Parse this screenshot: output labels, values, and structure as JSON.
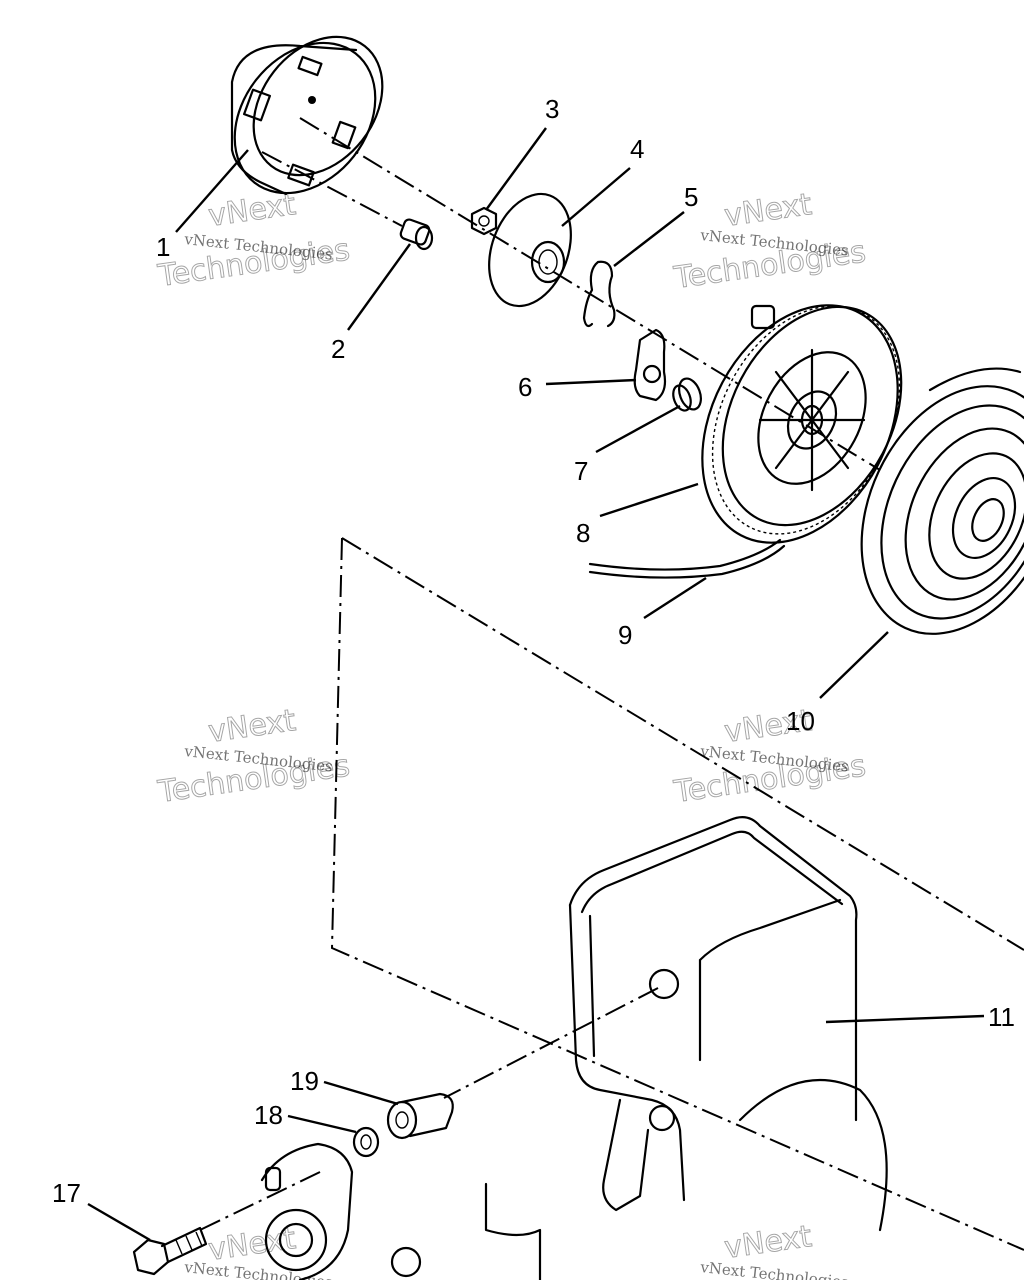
{
  "parts": [
    {
      "id": "1",
      "label": "1"
    },
    {
      "id": "2",
      "label": "2"
    },
    {
      "id": "3",
      "label": "3"
    },
    {
      "id": "4",
      "label": "4"
    },
    {
      "id": "5",
      "label": "5"
    },
    {
      "id": "6",
      "label": "6"
    },
    {
      "id": "7",
      "label": "7"
    },
    {
      "id": "8",
      "label": "8"
    },
    {
      "id": "9",
      "label": "9"
    },
    {
      "id": "10",
      "label": "10"
    },
    {
      "id": "11",
      "label": "11"
    },
    {
      "id": "17",
      "label": "17"
    },
    {
      "id": "18",
      "label": "18"
    },
    {
      "id": "19",
      "label": "19"
    }
  ],
  "watermark": {
    "line1": "vNext Technologies",
    "line2": "vNext",
    "line3": "Technologies"
  }
}
